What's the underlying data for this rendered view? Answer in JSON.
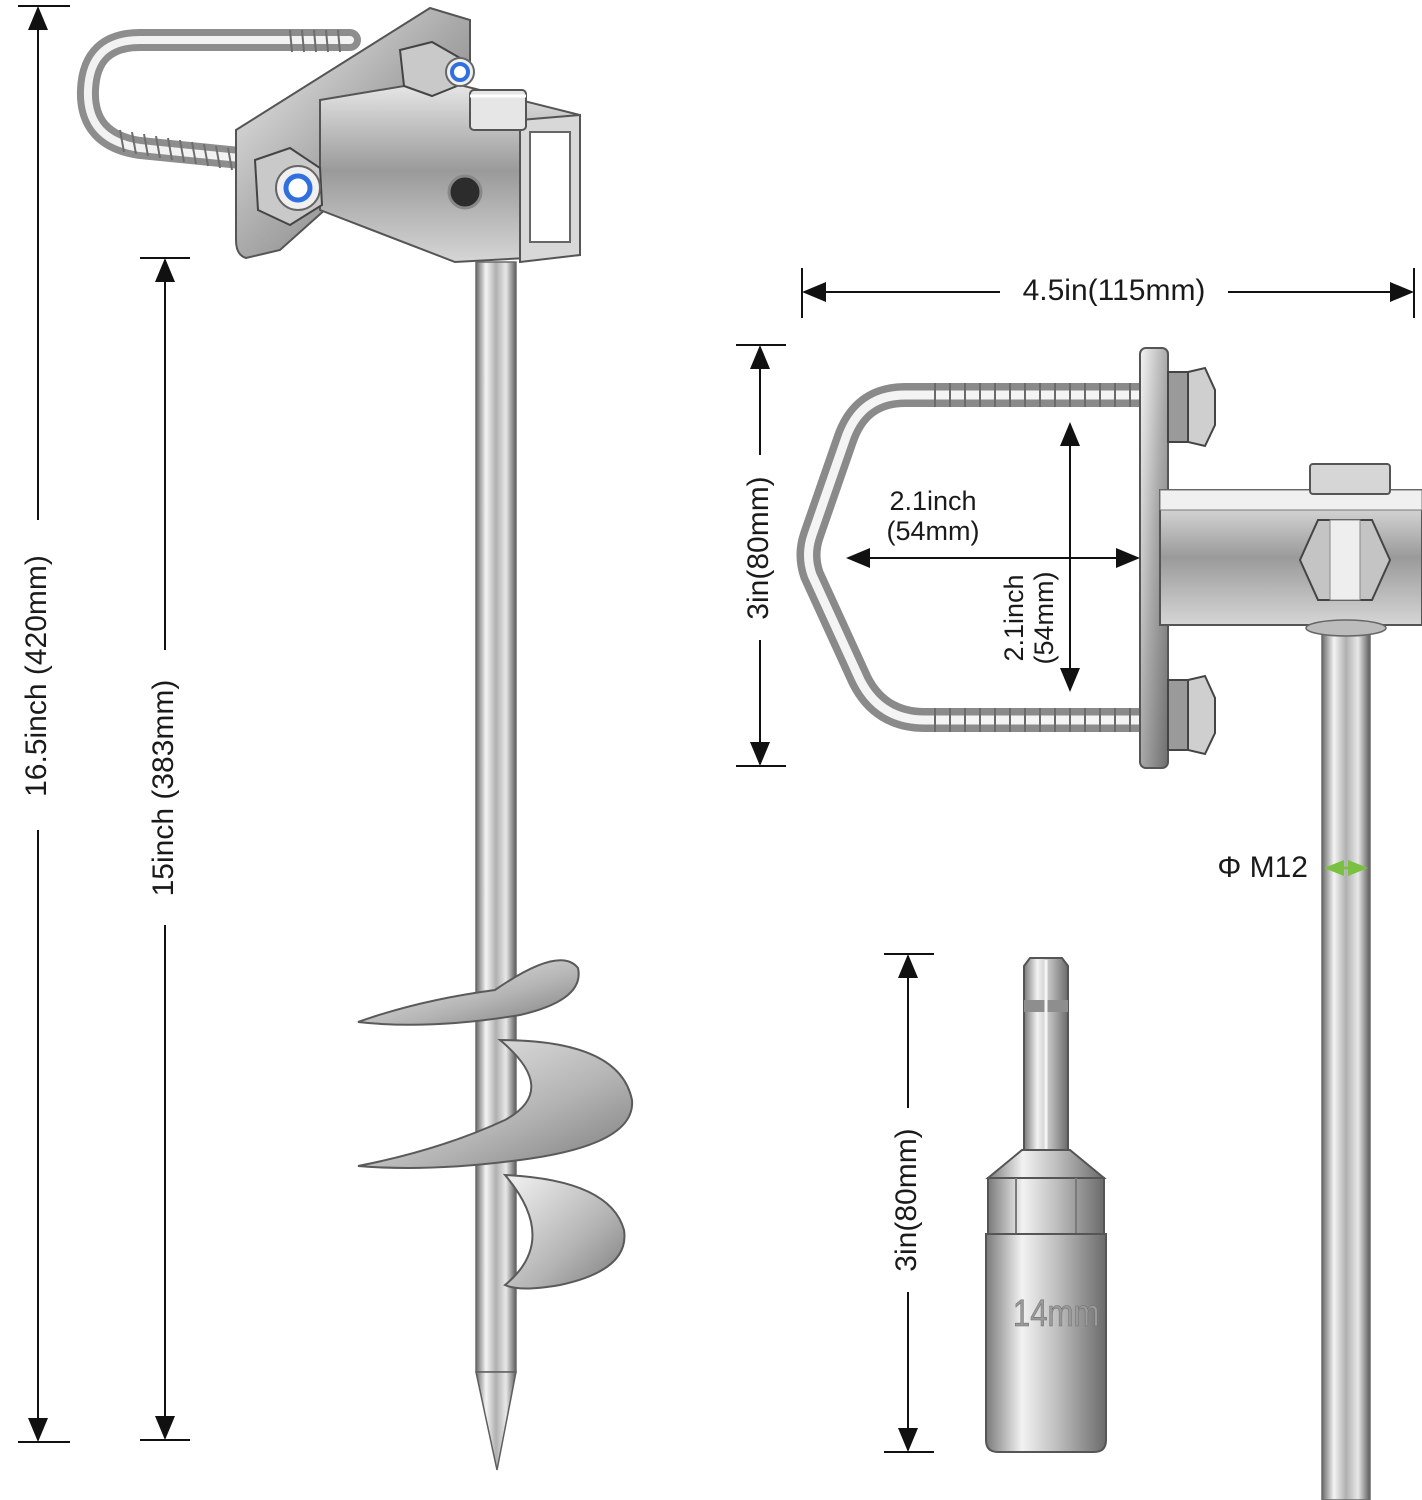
{
  "dimensions": {
    "total_length": "16.5inch (420mm)",
    "shaft_length": "15inch (383mm)",
    "bracket_width": "4.5in(115mm)",
    "bracket_height": "3in(80mm)",
    "ubolt_width_1": "2.1inch",
    "ubolt_width_2": "(54mm)",
    "ubolt_height_1": "2.1inch",
    "ubolt_height_2": "(54mm)",
    "rod_diameter": "Φ M12",
    "socket_length": "3in(80mm)",
    "socket_size": "14mm"
  },
  "colors": {
    "line": "#111111",
    "steel_light": "#eeeeee",
    "steel_mid": "#b8b8b8",
    "steel_dark": "#5a5a5a",
    "nut_blue": "#2f6fe0",
    "diameter_arrow": "#7ac142"
  }
}
